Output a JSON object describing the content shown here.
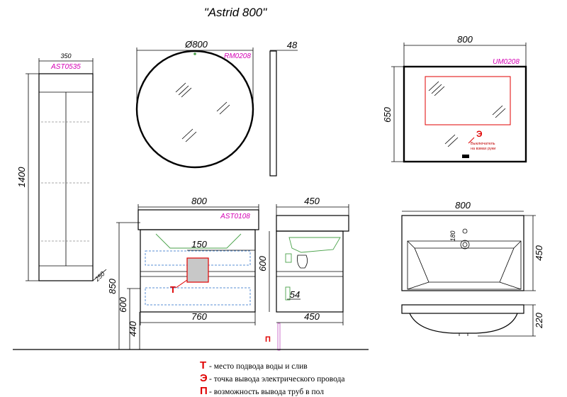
{
  "title": "\"Astrid 800\"",
  "dimensions": {
    "pencil_width": "350",
    "pencil_height": "1400",
    "pencil_depth": "250",
    "mirror_diameter": "Ø800",
    "mirror_depth": "48",
    "rect_mirror_width": "800",
    "rect_mirror_height": "650",
    "cabinet_width": "800",
    "cabinet_inner_width": "760",
    "cabinet_offset": "150",
    "cabinet_height": "600",
    "cabinet_top_height": "850",
    "cabinet_floor_600": "600",
    "cabinet_floor_440": "440",
    "side_depth_top": "450",
    "side_height": "600",
    "side_depth_bottom": "450",
    "side_small": "54",
    "sink_width": "800",
    "sink_depth": "450",
    "sink_height": "220",
    "sink_hole": "180"
  },
  "codes": {
    "pencil": "AST0535",
    "round_mirror": "RM0208",
    "rect_mirror": "UM0208",
    "cabinet": "AST0108"
  },
  "switch_label": {
    "line1": "Выключатель",
    "line2": "на взмах руки"
  },
  "markers": {
    "water": "Т",
    "electric": "Э",
    "floor": "П"
  },
  "legend": [
    {
      "key": "Т",
      "text": "- место подвода воды и слив"
    },
    {
      "key": "Э",
      "text": "- точка вывода электрического провода"
    },
    {
      "key": "П",
      "text": "- возможность вывода труб в пол"
    }
  ]
}
